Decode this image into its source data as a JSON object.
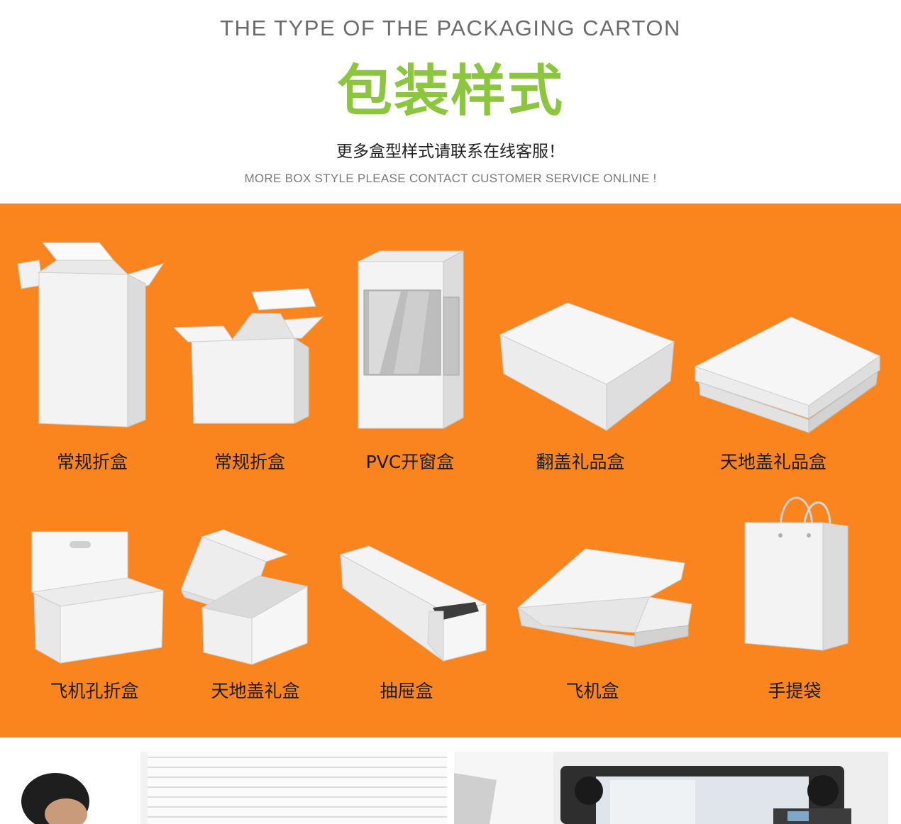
{
  "header": {
    "en_title": "THE TYPE OF THE PACKAGING CARTON",
    "cn_title": "包装样式",
    "cn_subtitle": "更多盒型样式请联系在线客服！",
    "en_subtitle": "MORE BOX STYLE PLEASE CONTACT CUSTOMER SERVICE ONLINE !"
  },
  "colors": {
    "accent_green": "#8cc63f",
    "panel_orange": "#fa841d",
    "box_white": "#f4f4f4"
  },
  "boxes": [
    {
      "label": "常规折盒",
      "icon": "tall-tuck-box-icon"
    },
    {
      "label": "常规折盒",
      "icon": "cube-tuck-box-icon"
    },
    {
      "label": "PVC开窗盒",
      "icon": "pvc-window-box-icon"
    },
    {
      "label": "翻盖礼品盒",
      "icon": "flip-lid-gift-box-icon"
    },
    {
      "label": "天地盖礼品盒",
      "icon": "lid-and-base-gift-box-icon"
    },
    {
      "label": "飞机孔折盒",
      "icon": "hang-hole-box-icon"
    },
    {
      "label": "天地盖礼盒",
      "icon": "open-lid-gift-box-icon"
    },
    {
      "label": "抽屉盒",
      "icon": "drawer-box-icon"
    },
    {
      "label": "飞机盒",
      "icon": "mailer-box-icon"
    },
    {
      "label": "手提袋",
      "icon": "paper-bag-icon"
    }
  ]
}
